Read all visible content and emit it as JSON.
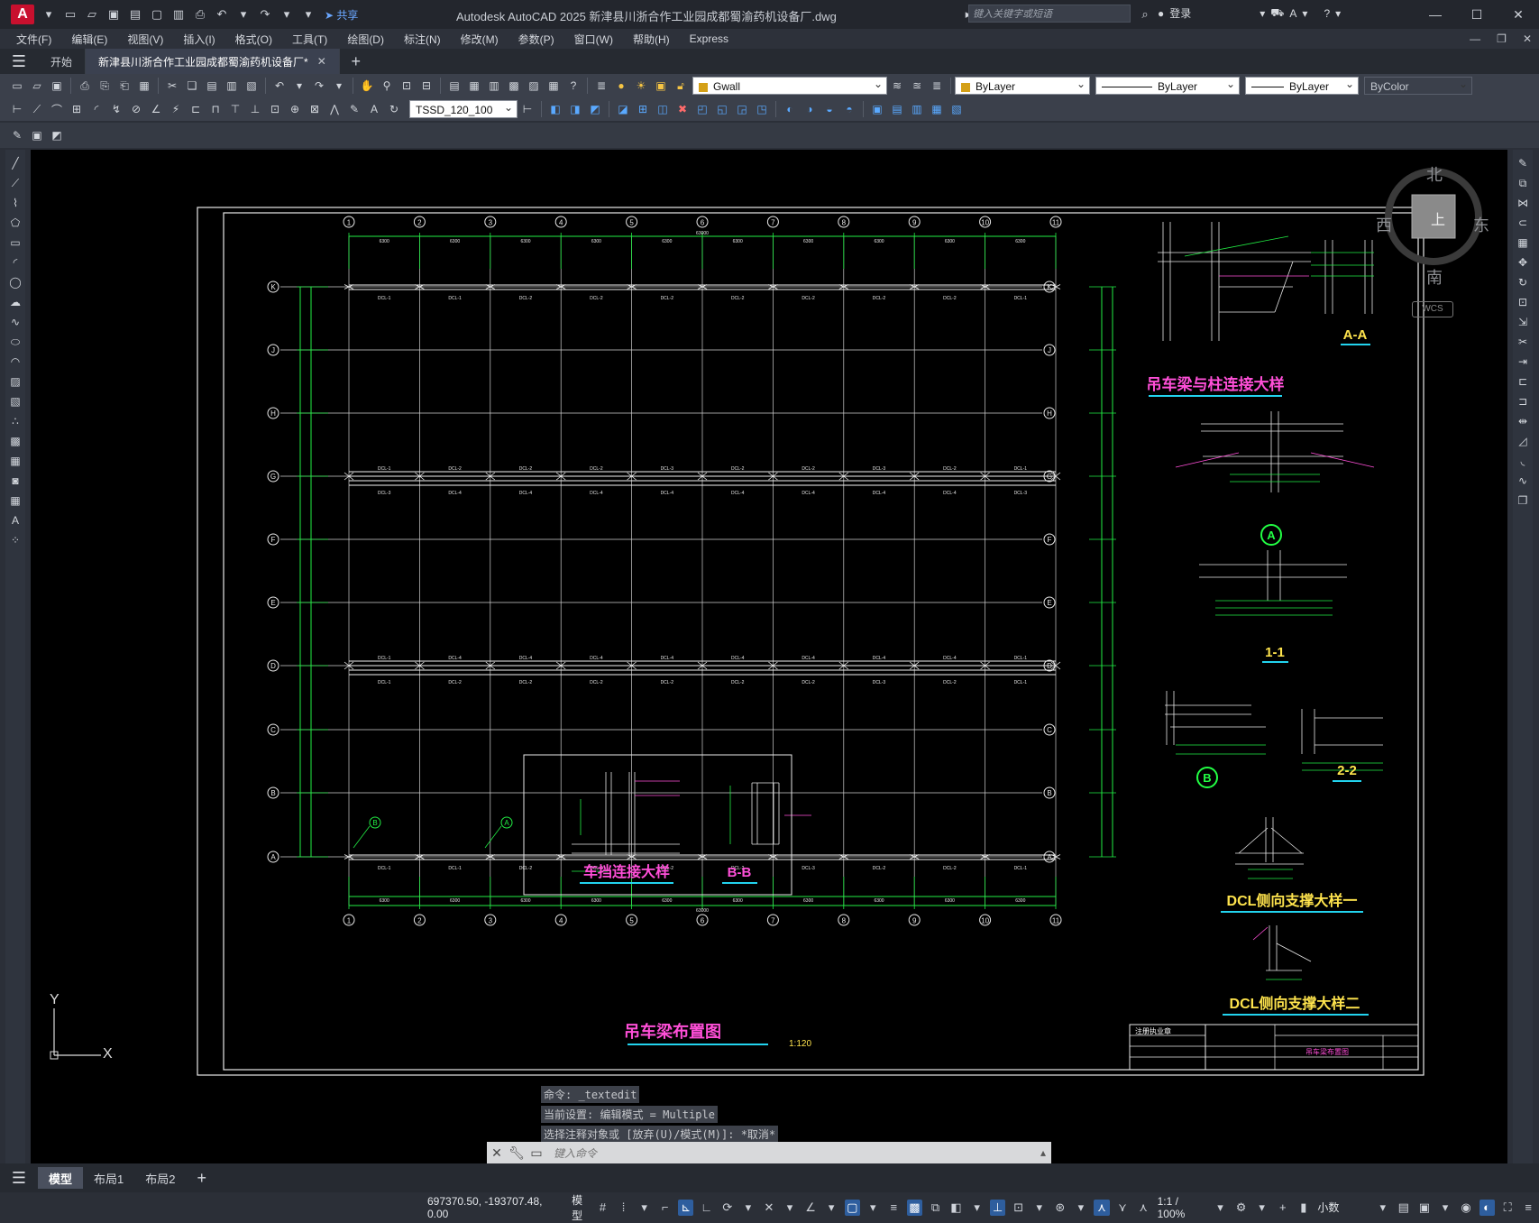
{
  "app": {
    "logo": "A",
    "title": "Autodesk AutoCAD 2025    新津县川浙合作工业园成都蜀渝药机设备厂.dwg",
    "search_placeholder": "键入关键字或短语",
    "login": "登录",
    "share": "共享"
  },
  "menu": [
    "文件(F)",
    "编辑(E)",
    "视图(V)",
    "插入(I)",
    "格式(O)",
    "工具(T)",
    "绘图(D)",
    "标注(N)",
    "修改(M)",
    "参数(P)",
    "窗口(W)",
    "帮助(H)",
    "Express"
  ],
  "tabs": {
    "start": "开始",
    "active": "新津县川浙合作工业园成都蜀渝药机设备厂*"
  },
  "toolbar": {
    "layer": "Gwall",
    "color": "ByLayer",
    "linetype": "ByLayer",
    "lineweight": "ByLayer",
    "plotstyle": "ByColor",
    "dimstyle": "TSSD_120_100"
  },
  "compass": {
    "n": "北",
    "s": "南",
    "e": "东",
    "w": "西",
    "top": "上",
    "wcs": "WCS"
  },
  "ucs": {
    "x": "X",
    "y": "Y"
  },
  "drawing": {
    "grid_cols": [
      "1",
      "2",
      "3",
      "4",
      "5",
      "6",
      "7",
      "8",
      "9",
      "10",
      "11"
    ],
    "grid_rows": [
      "K",
      "J",
      "H",
      "G",
      "F",
      "E",
      "D",
      "C",
      "B",
      "A"
    ],
    "dim_top": [
      "6300",
      "6300",
      "6300",
      "6300",
      "6300",
      "6300",
      "6300",
      "6300",
      "6300",
      "6300"
    ],
    "dim_total": "63000",
    "beam_labels_k": [
      "DCL-1",
      "DCL-1",
      "DCL-2",
      "DCL-2",
      "DCL-2",
      "DCL-2",
      "DCL-2",
      "DCL-2",
      "DCL-2",
      "DCL-1"
    ],
    "beam_labels_g_top": [
      "DCL-1",
      "DCL-2",
      "DCL-2",
      "DCL-2",
      "DCL-3",
      "DCL-2",
      "DCL-2",
      "DCL-3",
      "DCL-2",
      "DCL-1"
    ],
    "beam_labels_g_bot": [
      "DCL-3",
      "DCL-4",
      "DCL-4",
      "DCL-4",
      "DCL-4",
      "DCL-4",
      "DCL-4",
      "DCL-4",
      "DCL-4",
      "DCL-3"
    ],
    "beam_labels_d_top": [
      "DCL-1",
      "DCL-4",
      "DCL-4",
      "DCL-4",
      "DCL-4",
      "DCL-4",
      "DCL-4",
      "DCL-4",
      "DCL-4",
      "DCL-1"
    ],
    "beam_labels_d_bot": [
      "DCL-1",
      "DCL-2",
      "DCL-2",
      "DCL-2",
      "DCL-2",
      "DCL-2",
      "DCL-2",
      "DCL-3",
      "DCL-2",
      "DCL-1"
    ],
    "beam_labels_a": [
      "DCL-1",
      "DCL-1",
      "DCL-2",
      "DCL-2",
      "DCL-2",
      "DCL-2",
      "DCL-3",
      "DCL-2",
      "DCL-2",
      "DCL-1"
    ],
    "main_title": "吊车梁布置图",
    "scale": "1:120",
    "detail_stop": "车挡连接大样",
    "detail_bb": "B-B",
    "detail_aa": "A-A",
    "detail_col": "吊车梁与柱连接大样",
    "detail_A": "A",
    "detail_11": "1-1",
    "detail_B": "B",
    "detail_22": "2-2",
    "detail_dcl1": "DCL侧向支撑大样一",
    "detail_dcl2": "DCL侧向支撑大样二",
    "titleblock_left": "注册执业章",
    "titleblock_name": "吊车梁布置图",
    "callout_B": "B",
    "callout_A": "A"
  },
  "command": {
    "history": [
      "命令: _textedit",
      "当前设置: 编辑模式 = Multiple",
      "选择注释对象或 [放弃(U)/模式(M)]: *取消*"
    ],
    "prompt": "键入命令"
  },
  "layouts": [
    "模型",
    "布局1",
    "布局2"
  ],
  "status": {
    "coords": "697370.50, -193707.48, 0.00",
    "model": "模型",
    "scale": "1:1 / 100%",
    "units": "小数"
  }
}
